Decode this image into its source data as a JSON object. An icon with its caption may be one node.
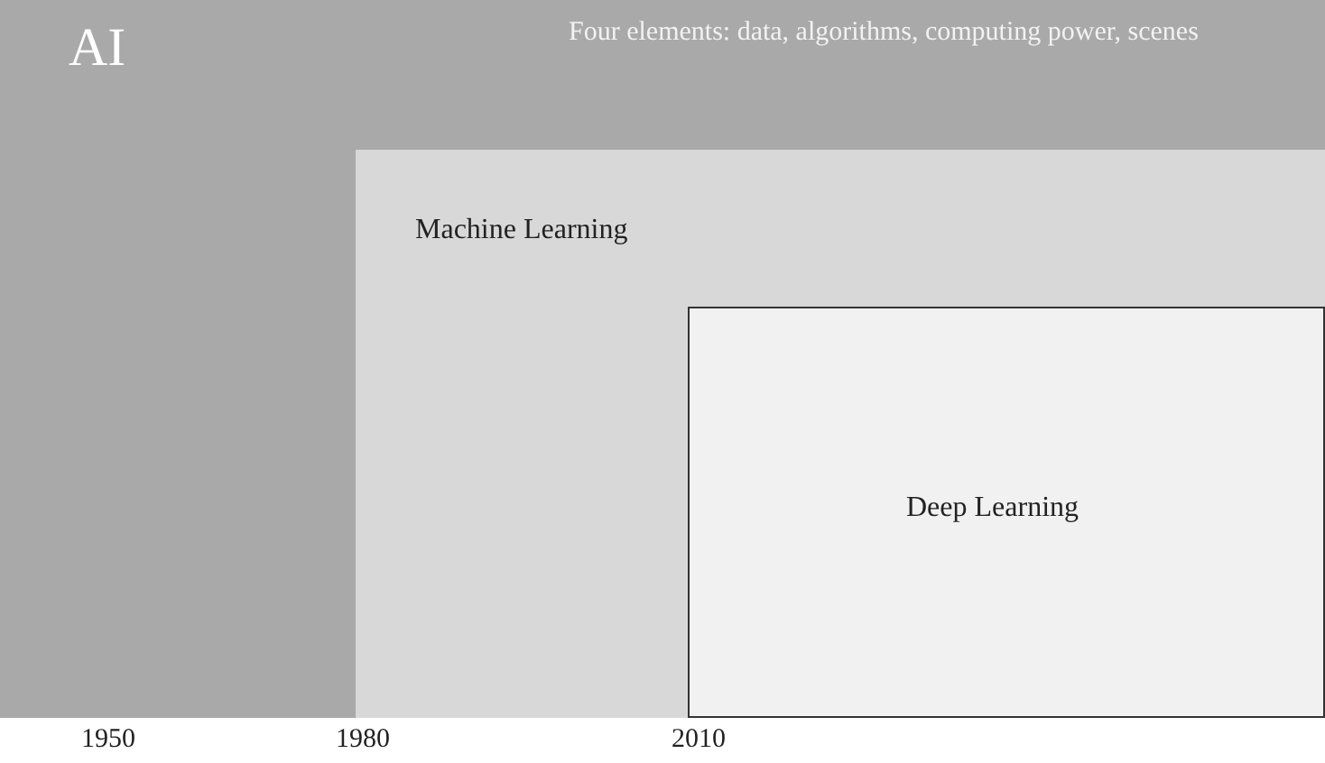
{
  "diagram": {
    "nodes": [
      {
        "text": [
          "AI",
          "Four elements: data, algorithms, computing power, scenes"
        ]
      },
      {
        "text": [
          "Machine Learning"
        ],
        "in": 0
      },
      {
        "text": [
          "Deep Learning"
        ],
        "in": 1
      }
    ],
    "labels": [
      "1950",
      "1980",
      "2010"
    ]
  }
}
